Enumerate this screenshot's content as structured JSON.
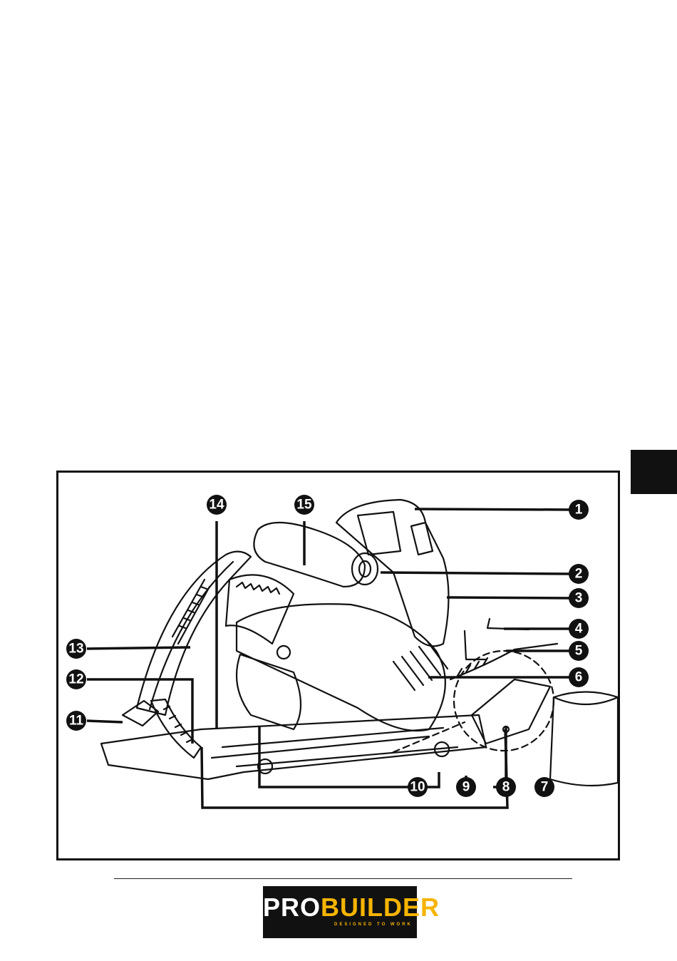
{
  "figure": {
    "callouts": [
      {
        "n": "1",
        "label": "1"
      },
      {
        "n": "2",
        "label": "2"
      },
      {
        "n": "3",
        "label": "3"
      },
      {
        "n": "4",
        "label": "4"
      },
      {
        "n": "5",
        "label": "5"
      },
      {
        "n": "6",
        "label": "6"
      },
      {
        "n": "7",
        "label": "7"
      },
      {
        "n": "8",
        "label": "8"
      },
      {
        "n": "9",
        "label": "9"
      },
      {
        "n": "10",
        "label": "10"
      },
      {
        "n": "11",
        "label": "11"
      },
      {
        "n": "12",
        "label": "12"
      },
      {
        "n": "13",
        "label": "13"
      },
      {
        "n": "14",
        "label": "14"
      },
      {
        "n": "15",
        "label": "15"
      }
    ]
  },
  "logo": {
    "brand_part1": "PRO",
    "brand_part2": "BUILDER",
    "tagline": "DESIGNED TO WORK",
    "accent_color": "#f5b400"
  }
}
